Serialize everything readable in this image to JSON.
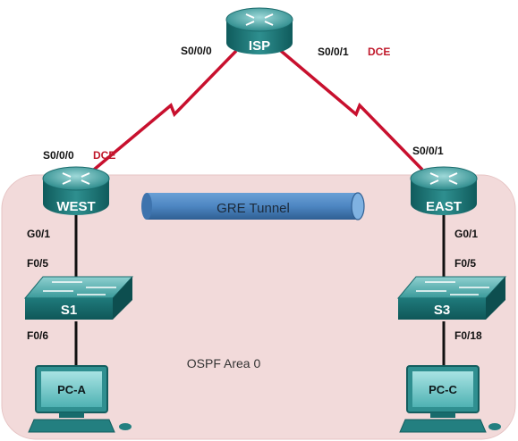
{
  "area": {
    "label": "OSPF Area 0"
  },
  "tunnel": {
    "label": "GRE Tunnel"
  },
  "routers": {
    "isp": {
      "name": "ISP"
    },
    "west": {
      "name": "WEST"
    },
    "east": {
      "name": "EAST"
    }
  },
  "switches": {
    "s1": {
      "name": "S1"
    },
    "s3": {
      "name": "S3"
    }
  },
  "pcs": {
    "pca": {
      "name": "PC-A"
    },
    "pcc": {
      "name": "PC-C"
    }
  },
  "interfaces": {
    "isp_s000": "S0/0/0",
    "isp_s001": "S0/0/1",
    "isp_dce": "DCE",
    "west_s000": "S0/0/0",
    "west_dce": "DCE",
    "east_s001": "S0/0/1",
    "west_g01": "G0/1",
    "s1_f05": "F0/5",
    "s1_f06": "F0/6",
    "east_g01": "G0/1",
    "s3_f05": "F0/5",
    "s3_f018": "F0/18"
  },
  "colors": {
    "serial_link": "#c8102e",
    "area_fill": "#f2dada",
    "device": "#2a8c8c",
    "tunnel": "#4d86c2"
  }
}
